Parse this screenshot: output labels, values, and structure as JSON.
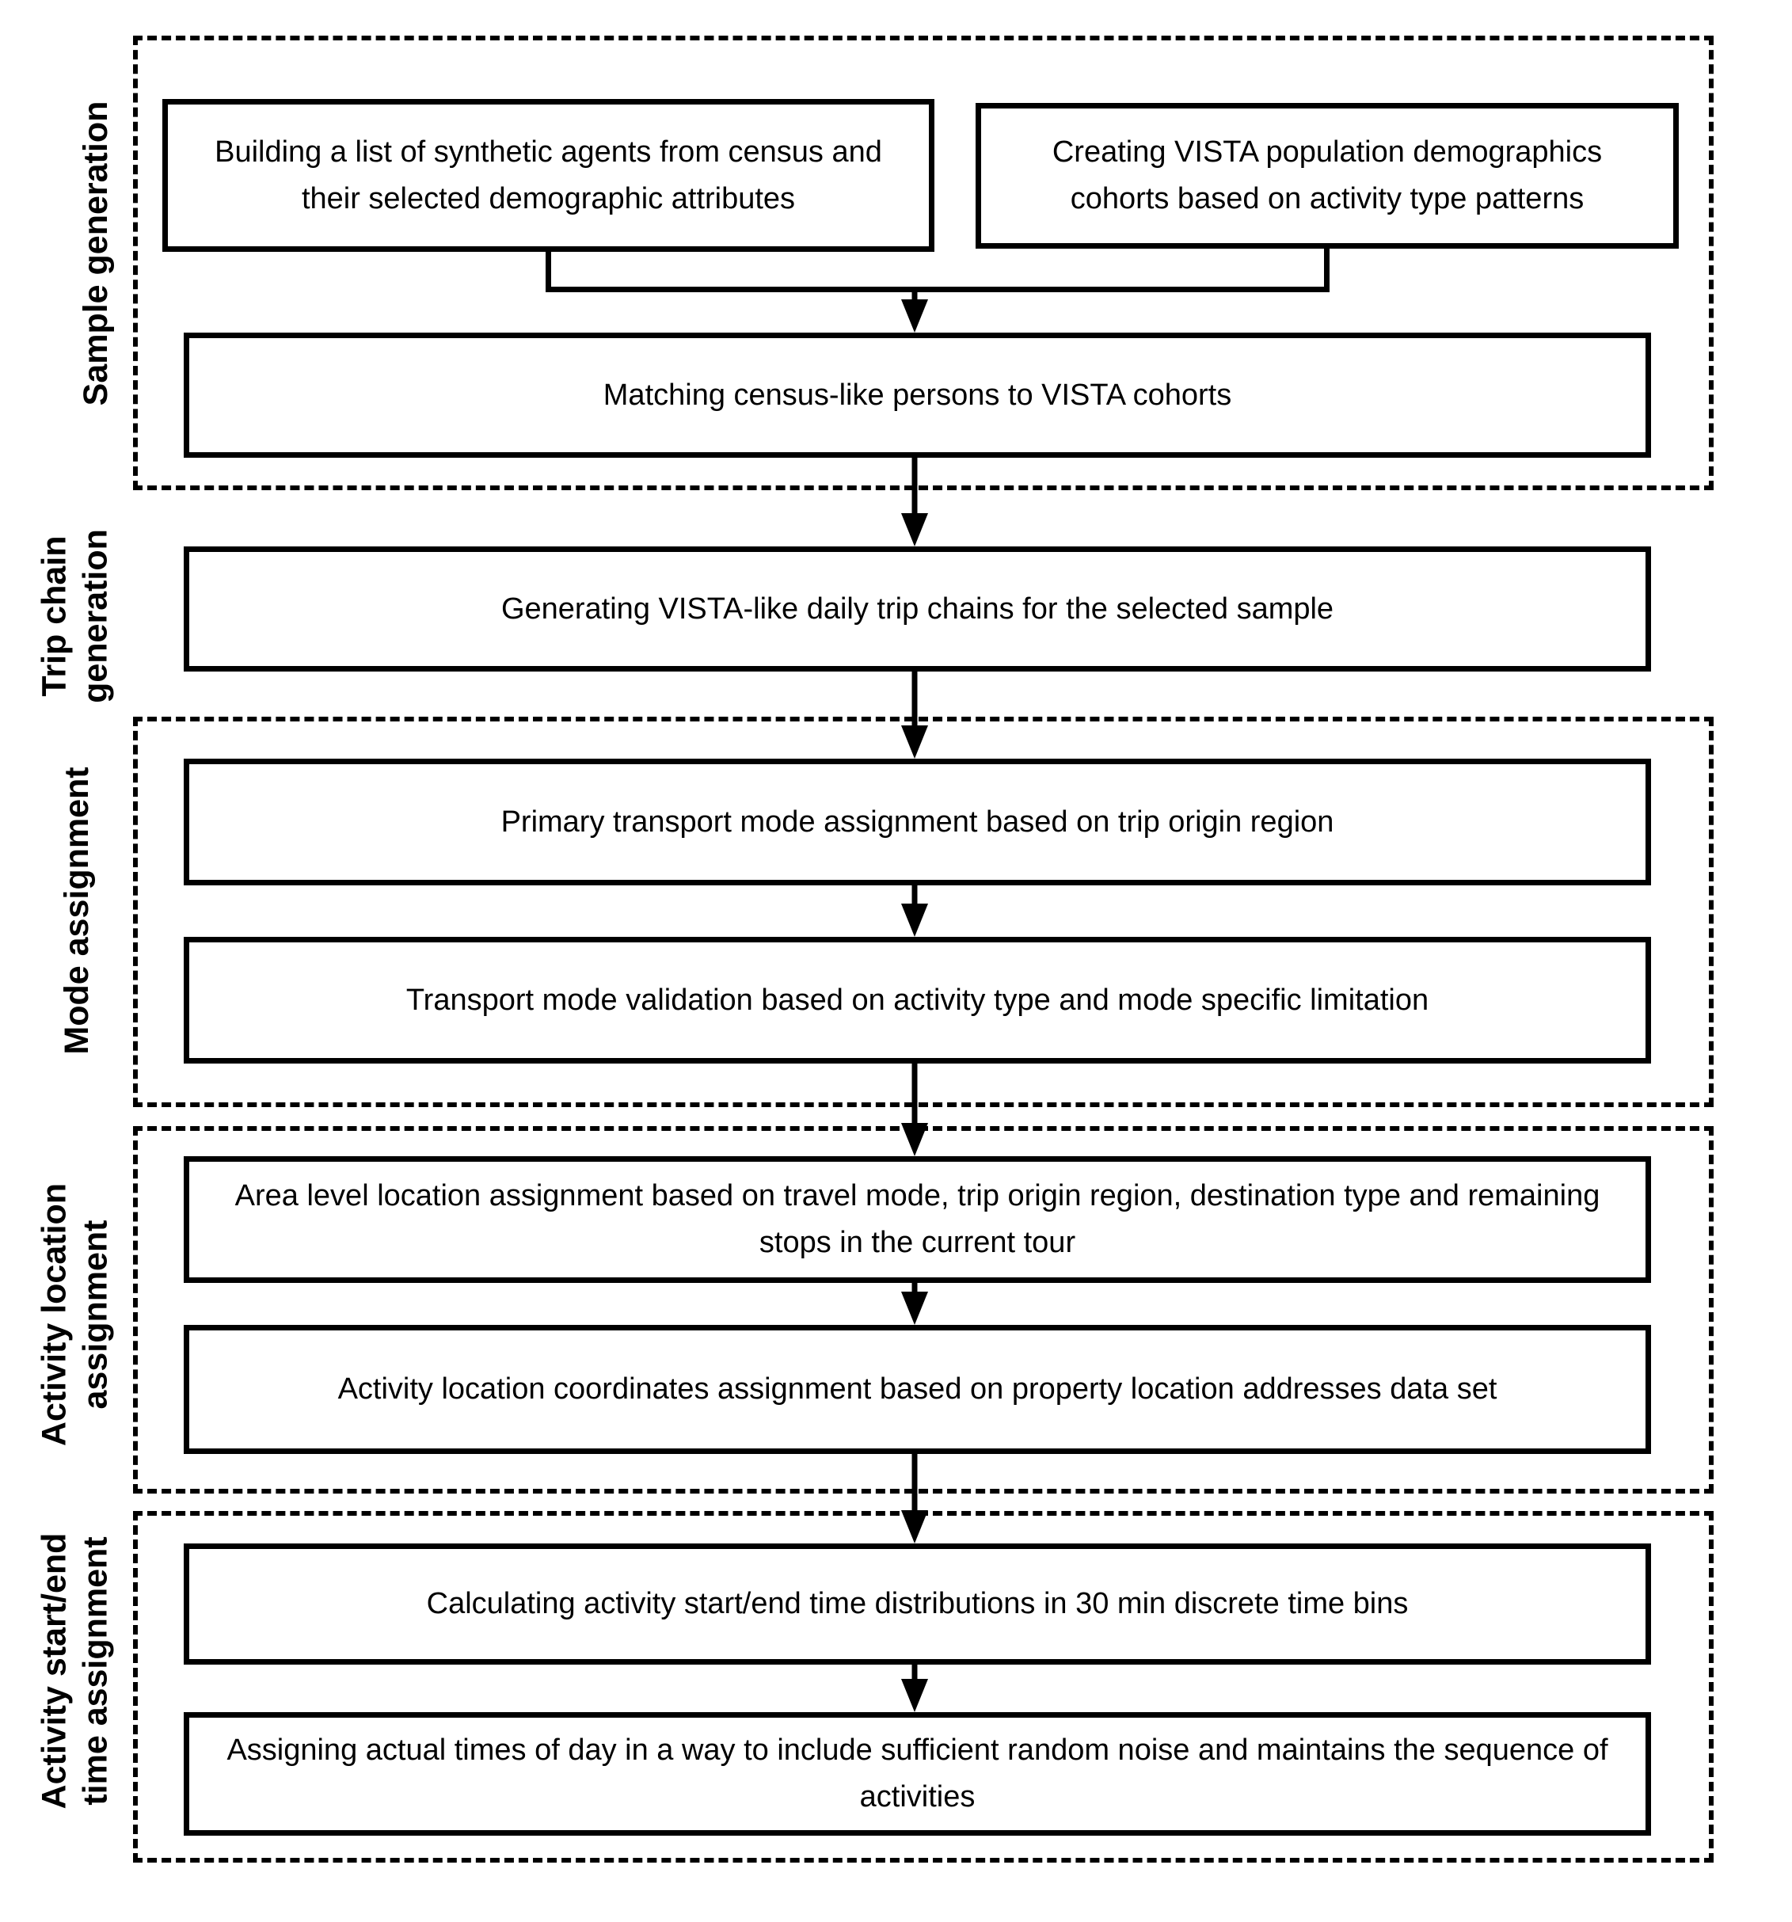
{
  "diagram": {
    "type": "flowchart",
    "sections": [
      {
        "id": "sample-generation",
        "label_lines": [
          "Sample generation",
          ""
        ]
      },
      {
        "id": "trip-chain-generation",
        "label_lines": [
          "Trip chain",
          "generation"
        ]
      },
      {
        "id": "mode-assignment",
        "label_lines": [
          "Mode assignment",
          ""
        ]
      },
      {
        "id": "activity-location-assignment",
        "label_lines": [
          "Activity location",
          "assignment"
        ]
      },
      {
        "id": "activity-time-assignment",
        "label_lines": [
          "Activity start/end",
          "time assignment"
        ]
      }
    ],
    "boxes": {
      "build_agents": "Building a list of synthetic agents from census and their selected demographic attributes",
      "create_cohorts": "Creating VISTA population demographics cohorts based on activity type patterns",
      "matching": "Matching census-like persons to VISTA cohorts",
      "trip_chains": "Generating VISTA-like daily trip chains for the selected sample",
      "primary_mode": "Primary transport mode assignment based on trip origin region",
      "mode_validation": "Transport mode validation based on activity type and mode specific limitation",
      "area_location": "Area level location assignment based on travel mode, trip origin region, destination type and remaining stops in the current tour",
      "coordinates": "Activity location coordinates assignment based on property location addresses data set",
      "time_distributions": "Calculating activity start/end time distributions in 30 min discrete time bins",
      "assign_times": "Assigning actual times of day in a way to include sufficient random noise and maintains the sequence of activities"
    },
    "colors": {
      "line": "#000000",
      "background": "#ffffff"
    }
  }
}
